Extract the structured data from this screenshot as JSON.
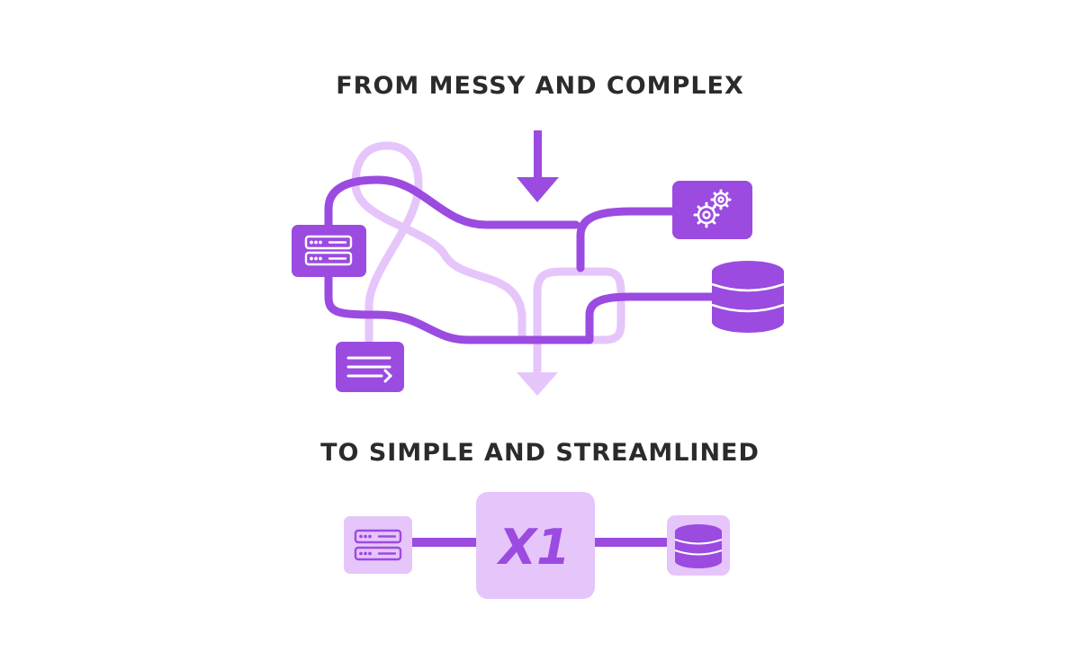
{
  "headings": {
    "top": "FROM MESSY AND COMPLEX",
    "bottom": "TO SIMPLE AND STREAMLINED"
  },
  "center_logo": "X1",
  "icons": {
    "messy": [
      "server-icon",
      "gears-icon",
      "database-icon",
      "document-icon",
      "arrow-down-icon",
      "arrow-down-icon"
    ],
    "streamlined": [
      "server-icon",
      "x1-logo",
      "database-icon"
    ]
  },
  "colors": {
    "primary": "#9b4be0",
    "light": "#e6c5fb",
    "text": "#2b2b2b",
    "white": "#ffffff"
  }
}
